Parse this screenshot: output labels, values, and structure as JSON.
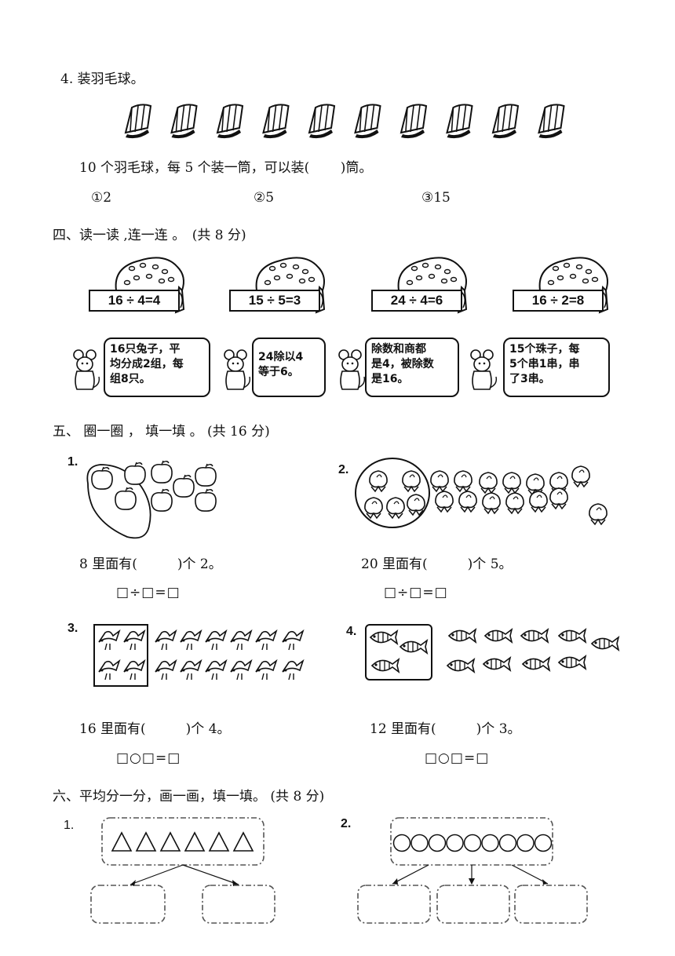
{
  "q4": {
    "title": "4. 装羽毛球。",
    "question": "10 个羽毛球，每 5 个装一筒，可以装(　　 )筒。",
    "options": [
      "①2",
      "②5",
      "③15"
    ],
    "shuttle_count": 10
  },
  "section4": {
    "title": "四、读一读 ,连一连 。　(共 8 分)",
    "equations": [
      "16 ÷ 4=4",
      "15 ÷ 5=3",
      "24 ÷ 4=6",
      "16 ÷ 2=8"
    ],
    "bubbles": [
      "16只兔子，平\n均分成2组，每\n组8只。",
      "24除以4\n等于6。",
      "除数和商都\n是4，被除数\n是16。",
      "15个珠子，每\n5个串1串，串\n了3串。"
    ]
  },
  "section5": {
    "title": "五、 圈一圈 ， 填一填 。 (共 16 分)",
    "items": [
      {
        "num": "1.",
        "fill": "8 里面有(　　　)个 2。",
        "eq": "□÷□=□"
      },
      {
        "num": "2.",
        "fill": "20 里面有(　　　)个 5。",
        "eq": "□÷□=□"
      },
      {
        "num": "3.",
        "fill": "16 里面有(　　　)个 4。",
        "eq": "□○□=□"
      },
      {
        "num": "4.",
        "fill": "12 里面有(　　　)个 3。",
        "eq": "□○□=□"
      }
    ]
  },
  "section6": {
    "title": "六、平均分一分，画一画，填一填。 (共 8 分)",
    "items": [
      {
        "num": "1.",
        "triangles": 6
      },
      {
        "num": "2.",
        "circles": 9
      }
    ]
  }
}
